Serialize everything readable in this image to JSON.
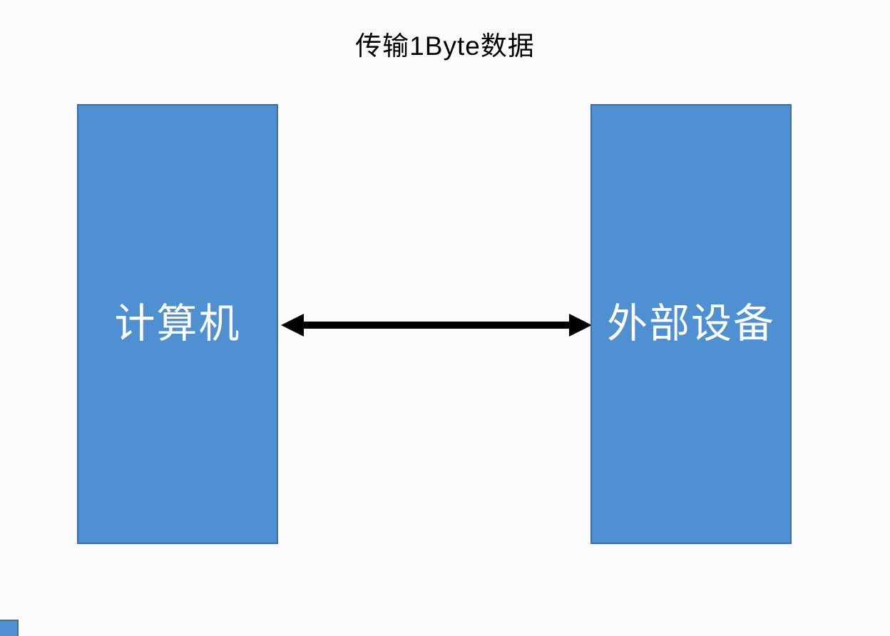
{
  "title": "传输1Byte数据",
  "nodes": {
    "computer": {
      "label": "计算机"
    },
    "peripheral": {
      "label": "外部设备"
    }
  },
  "connector": {
    "type": "bidirectional-arrow",
    "from": "计算机",
    "to": "外部设备"
  },
  "colors": {
    "background": "#fbfbfb",
    "node_fill": "#4e90d2",
    "node_border": "#3e6e9e",
    "node_text": "#ffffff",
    "arrow": "#000000",
    "title_text": "#000000"
  }
}
